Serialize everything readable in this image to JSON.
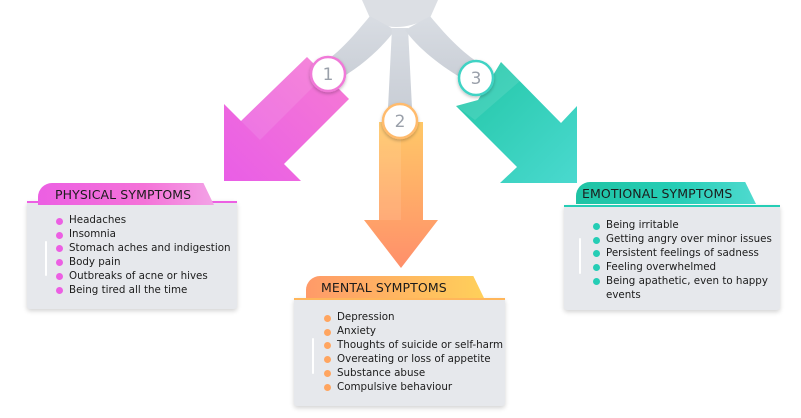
{
  "badges": [
    "1",
    "2",
    "3"
  ],
  "groups": [
    {
      "title": "PHYSICAL SYMPTOMS",
      "color": "#ec5fe3",
      "items": [
        "Headaches",
        "Insomnia",
        "Stomach aches and indigestion",
        "Body pain",
        "Outbreaks of acne or hives",
        "Being tired all the time"
      ]
    },
    {
      "title": "MENTAL SYMPTOMS",
      "color": "#ffa560",
      "items": [
        "Depression",
        "Anxiety",
        "Thoughts of suicide or self-harm",
        "Overeating or loss of appetite",
        "Substance abuse",
        "Compulsive behaviour"
      ]
    },
    {
      "title": "EMOTIONAL SYMPTOMS",
      "color": "#25cdb5",
      "items": [
        "Being irritable",
        "Getting angry over minor issues",
        "Persistent feelings of sadness",
        "Feeling overwhelmed",
        "Being apathetic, even to happy",
        "events"
      ]
    }
  ]
}
